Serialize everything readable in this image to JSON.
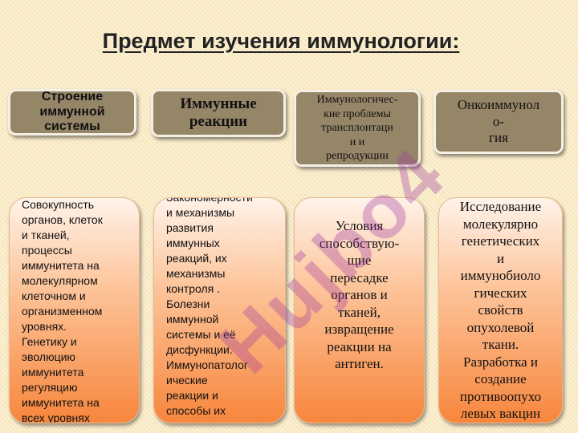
{
  "title": "Предмет  изучения иммунологии:",
  "headers": [
    "Строение\nиммунной\nсистемы",
    "Иммунные\nреакции",
    "Иммунологичес-\nкие проблемы\nтрансплонтаци\nи и\nрепродукции",
    "Онкоиммунол\nо-\nгия"
  ],
  "cards": [
    "Совокупность\nорганов, клеток\nи тканей,\nпроцессы\nиммунитета на\nмолекулярном\nклеточном и\nорганизменном\nуровнях.\nГенетику и\nэволюцию\nиммунитета\nрегуляцию\nиммунитета на\nвсех уровнях",
    "Закономерности\nи механизмы\nразвития\nиммунных\nреакций, их\nмеханизмы\nконтроля .\nБолезни\nиммунной\nсистемы и её\nдисфункции.\nИммунопатолог\nические\nреакции и\nспособы их\nкоррекции",
    "Условия\nспособствую-\nщие\nпересадке\nорганов и\nтканей,\nизвращение\nреакции на\nантиген.",
    "Исследование\nмолекулярно\nгенетических\nи\nиммунобиоло\nгических\nсвойств\nопухолевой\nткани.\nРазработка и\nсоздание\nпротивоопухо\nлевых вакцин"
  ],
  "watermark": "Hujbo4"
}
